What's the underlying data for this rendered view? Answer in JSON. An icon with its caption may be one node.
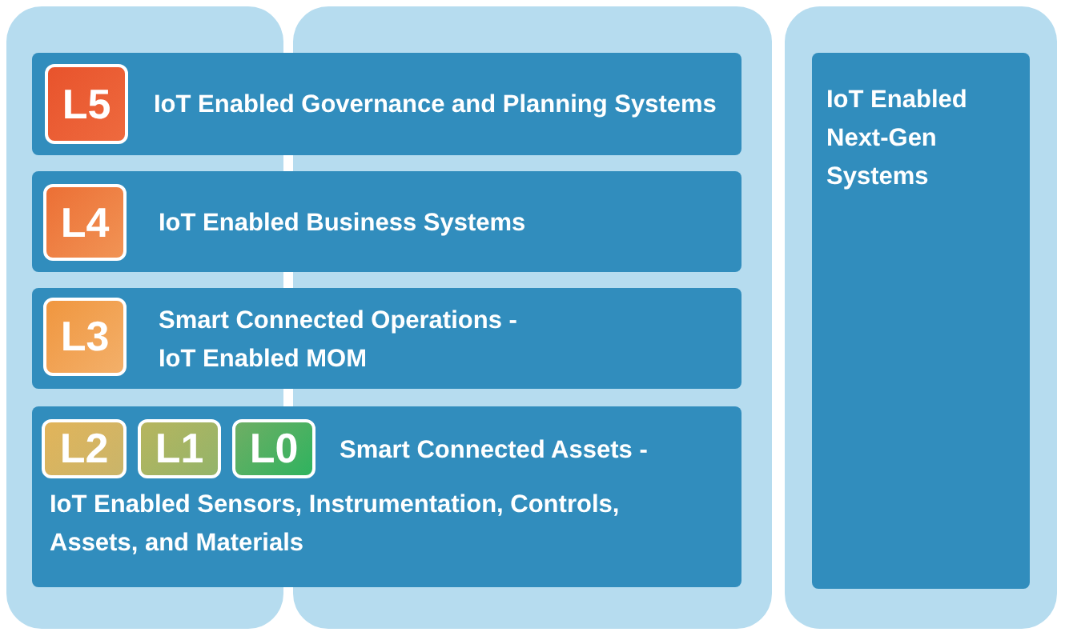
{
  "diagram": {
    "nodes": [
      {
        "text": [
          "IoT Enabled Governance and Planning Systems"
        ]
      },
      {
        "text": [
          "L5"
        ],
        "in": 0
      },
      {
        "text": [
          "IoT Enabled Business Systems"
        ]
      },
      {
        "text": [
          "L4"
        ],
        "in": 2
      },
      {
        "text": [
          "Smart Connected Operations - IoT Enabled MOM"
        ]
      },
      {
        "text": [
          "L3"
        ],
        "in": 4
      },
      {
        "text": [
          "Smart Connected Assets -",
          "IoT Enabled Sensors, Instrumentation, Controls, Assets, and Materials"
        ]
      },
      {
        "text": [
          "L2"
        ],
        "in": 6
      },
      {
        "text": [
          "L1"
        ],
        "in": 6
      },
      {
        "text": [
          "L0"
        ],
        "in": 6
      },
      {
        "text": [
          "IoT Enabled Next-Gen Systems"
        ]
      }
    ]
  }
}
